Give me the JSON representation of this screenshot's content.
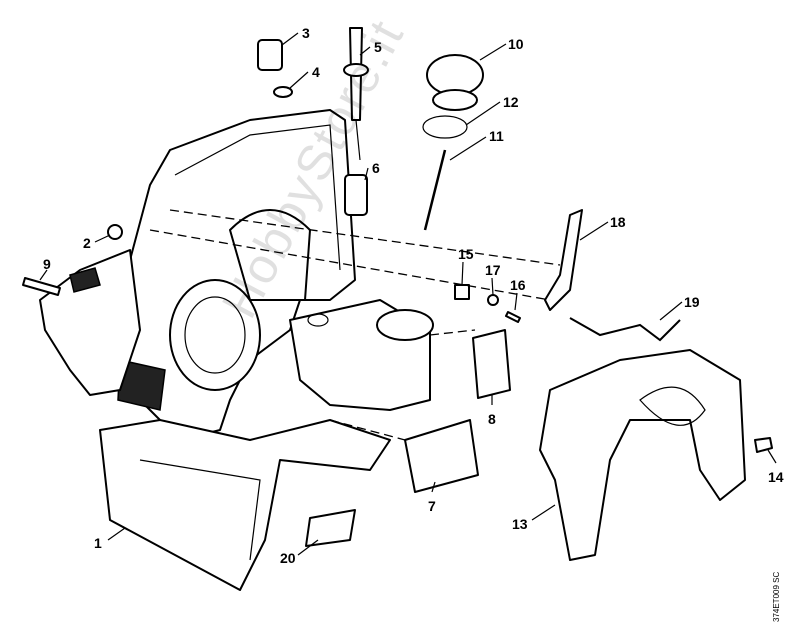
{
  "diagram": {
    "part_numbers": [
      "1",
      "2",
      "3",
      "4",
      "5",
      "6",
      "7",
      "8",
      "9",
      "10",
      "11",
      "12",
      "13",
      "14",
      "15",
      "16",
      "17",
      "18",
      "19",
      "20"
    ],
    "drawing_code": "374ET009 SC",
    "watermark": "HobbyStore.it"
  }
}
